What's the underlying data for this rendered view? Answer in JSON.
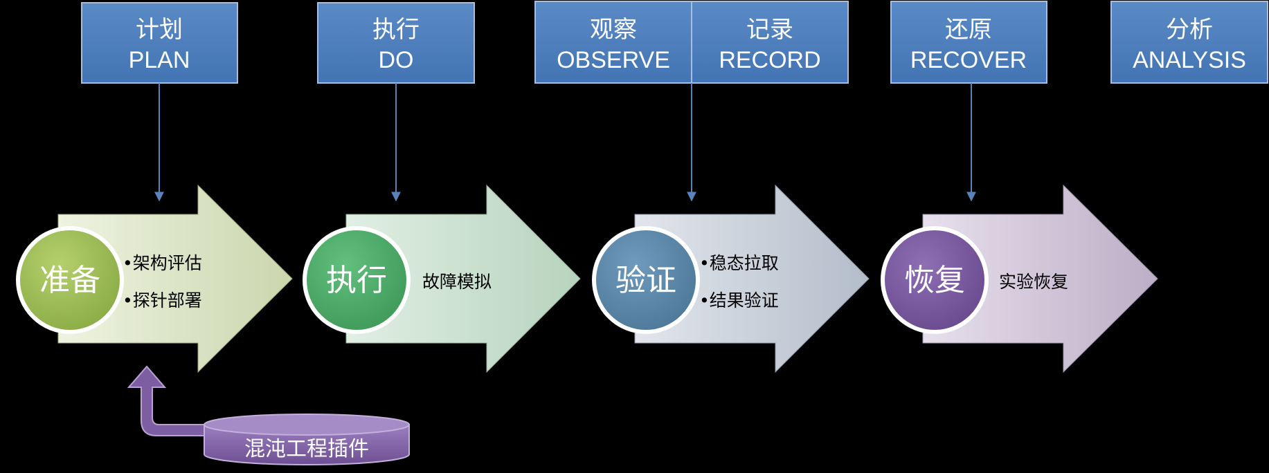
{
  "phase_boxes": [
    {
      "zh": "计划",
      "en": "PLAN"
    },
    {
      "zh": "执行",
      "en": "DO"
    },
    {
      "zh": "观察",
      "en": "OBSERVE"
    },
    {
      "zh": "记录",
      "en": "RECORD"
    },
    {
      "zh": "还原",
      "en": "RECOVER"
    },
    {
      "zh": "分析",
      "en": "ANALYSIS"
    }
  ],
  "stages": [
    {
      "title": "准备",
      "bullets": [
        "•架构评估",
        "•探针部署"
      ]
    },
    {
      "title": "执行",
      "bullets": [
        "故障模拟"
      ]
    },
    {
      "title": "验证",
      "bullets": [
        "•稳态拉取",
        "•结果验证"
      ]
    },
    {
      "title": "恢复",
      "bullets": [
        "实验恢复"
      ]
    }
  ],
  "plugin": {
    "label": "混沌工程插件"
  },
  "colors": {
    "background": "#000000",
    "box_fill": "#4f81bd",
    "box_stroke": "#a6bfe0",
    "connector": "#5b83bb",
    "circle_green": "#9bbb59",
    "circle_teal": "#4faa6a",
    "circle_blue": "#5b86a9",
    "circle_purple": "#7b5a9e",
    "arrow_1": "#d6dfbf",
    "arrow_2": "#c5dcc9",
    "arrow_3": "#c3cbd6",
    "arrow_4": "#cbc0d2",
    "plugin_fill": "#8064a2"
  }
}
